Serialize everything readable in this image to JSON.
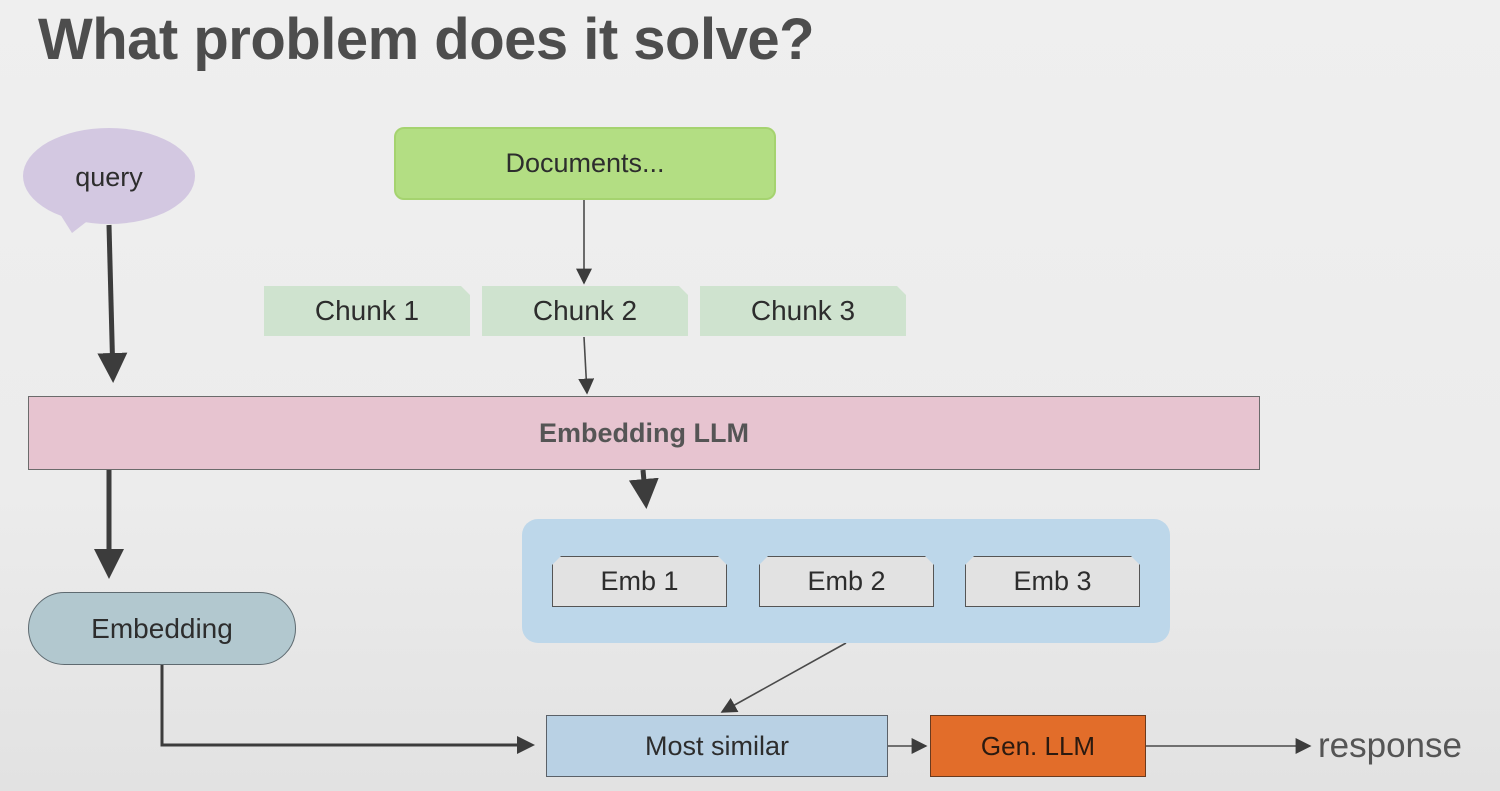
{
  "title": "What problem does it solve?",
  "diagram": {
    "query": "query",
    "documents": "Documents...",
    "chunks": [
      "Chunk 1",
      "Chunk 2",
      "Chunk 3"
    ],
    "embedding_llm": "Embedding LLM",
    "embs": [
      "Emb 1",
      "Emb 2",
      "Emb 3"
    ],
    "embedding": "Embedding",
    "most_similar": "Most similar",
    "gen_llm": "Gen. LLM",
    "response": "response"
  },
  "colors": {
    "documents": "#b3de83",
    "chunk": "#cfe3cf",
    "embedding_llm": "#e7c4d0",
    "emb_group": "#bdd7ea",
    "query_bubble": "#d3c8e1",
    "embedding": "#b2c8cf",
    "most_similar": "#b9d1e4",
    "gen_llm": "#e26d2a"
  }
}
